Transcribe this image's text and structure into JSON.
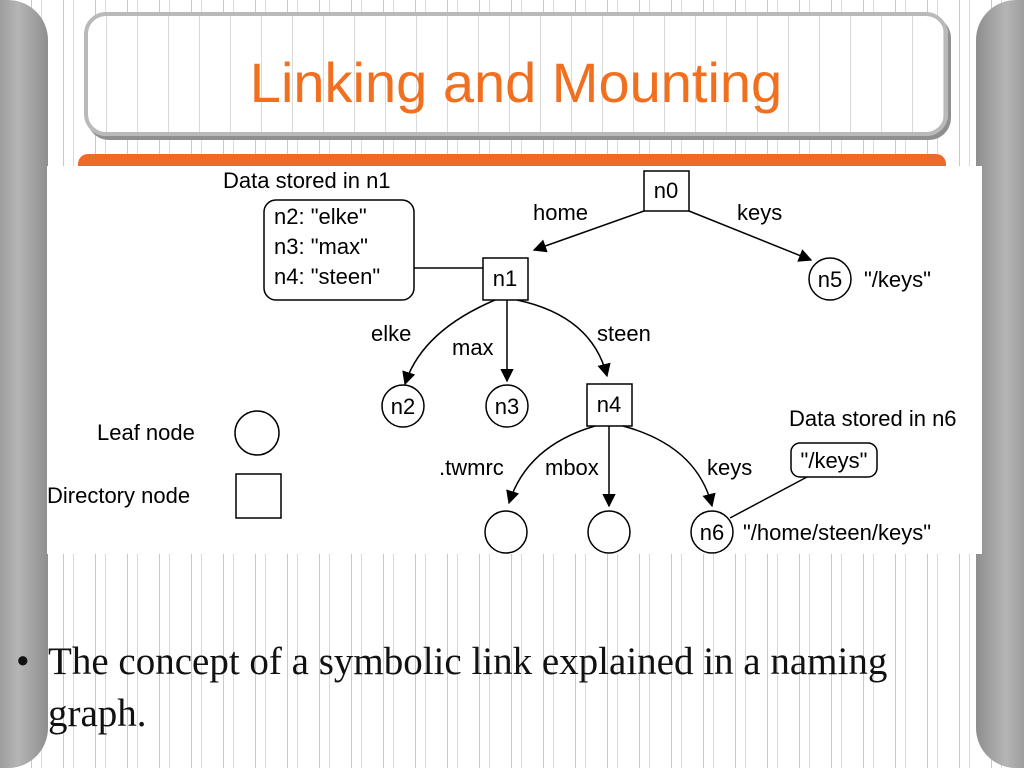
{
  "slide": {
    "title": "Linking and Mounting",
    "bullet_marker": "•",
    "bullet_text": "The concept of a symbolic link explained in a naming graph."
  },
  "figure": {
    "n1_box_title": "Data stored in n1",
    "n1_data": [
      "n2: \"elke\"",
      "n3: \"max\"",
      "n4: \"steen\""
    ],
    "n6_box_title": "Data stored in n6",
    "n6_data": "\"/keys\"",
    "nodes": {
      "n0": "n0",
      "n1": "n1",
      "n2": "n2",
      "n3": "n3",
      "n4": "n4",
      "n5": "n5",
      "n6": "n6"
    },
    "edges": {
      "home": "home",
      "keys_top": "keys",
      "elke": "elke",
      "max": "max",
      "steen": "steen",
      "twmrc": ".twmrc",
      "mbox": "mbox",
      "keys_bottom": "keys"
    },
    "path_labels": {
      "n5": "\"/keys\"",
      "n6": "\"/home/steen/keys\""
    },
    "legend": {
      "leaf": "Leaf node",
      "directory": "Directory node"
    }
  },
  "colors": {
    "title": "#f07020",
    "accent_bar": "#ee6a26"
  }
}
